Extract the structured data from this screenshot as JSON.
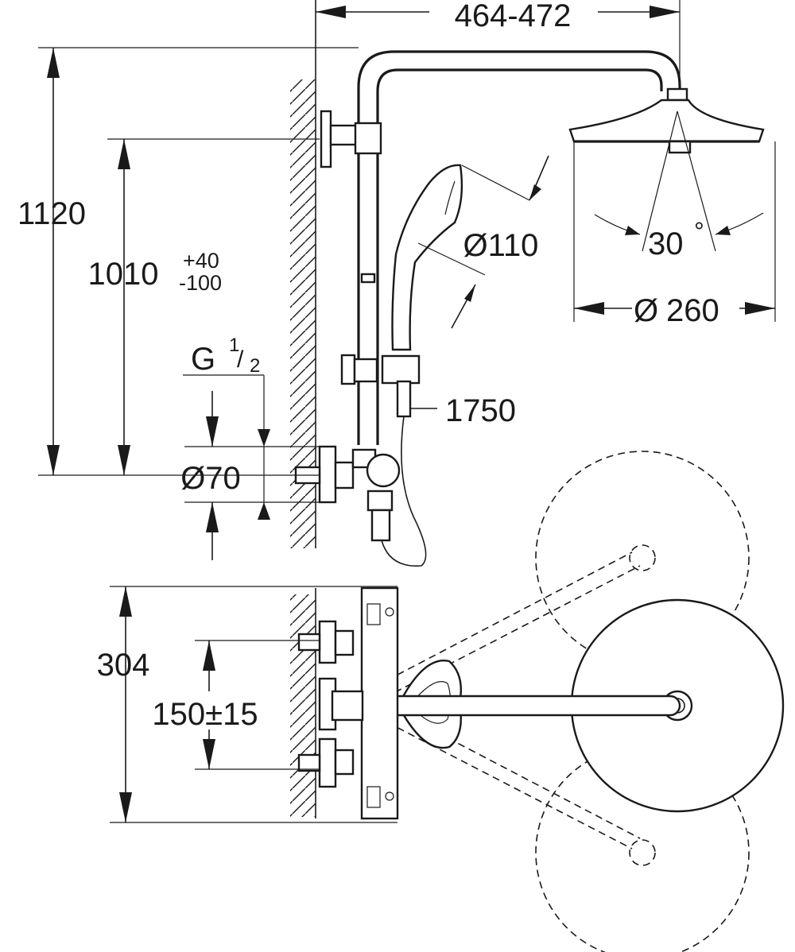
{
  "dimensions": {
    "arm_reach": "464-472",
    "total_height": "1120",
    "rail_height": "1010",
    "rail_tol_plus": "+40",
    "rail_tol_minus": "-100",
    "thread_g": "G",
    "thread_num": "1",
    "thread_den": "2",
    "escutcheon_dia": "Ø70",
    "hand_shower_dia": "Ø110",
    "hose_length": "1750",
    "head_angle": "30",
    "head_angle_unit": "°",
    "head_shower_dia": "Ø",
    "head_shower_dia_val": "260",
    "thermostat_depth": "304",
    "inlet_spacing": "150±15"
  },
  "colors": {
    "line": "#1a1a1a",
    "background": "#ffffff"
  }
}
